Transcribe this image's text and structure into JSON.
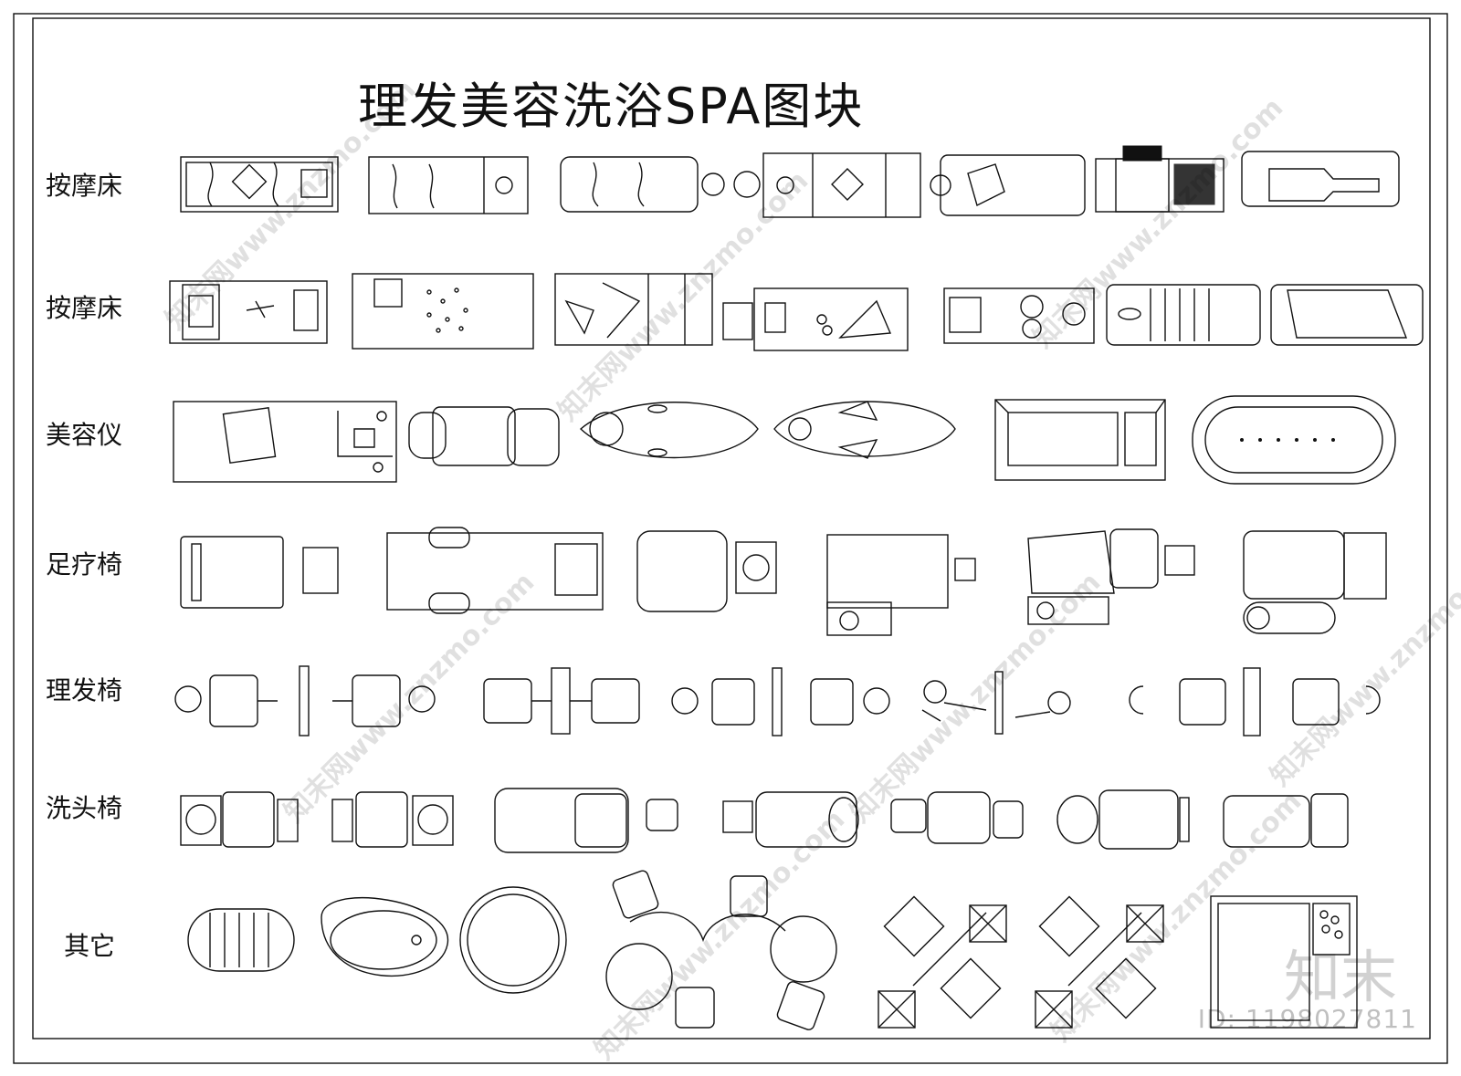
{
  "title": "理发美容洗浴SPA图块",
  "rows": [
    {
      "key": "r1",
      "label": "按摩床"
    },
    {
      "key": "r2",
      "label": "按摩床"
    },
    {
      "key": "r3",
      "label": "美容仪"
    },
    {
      "key": "r4",
      "label": "足疗椅"
    },
    {
      "key": "r5",
      "label": "理发椅"
    },
    {
      "key": "r6",
      "label": "洗头椅"
    },
    {
      "key": "r7",
      "label": "其它"
    }
  ],
  "watermark": {
    "text": "znzmo.com",
    "cn_text": "知末网www.znzmo.com"
  },
  "brand": "知末",
  "id_tag": "ID: 1198027811",
  "colors": {
    "line": "#111111",
    "background": "#ffffff",
    "watermark": "#cccccc"
  }
}
